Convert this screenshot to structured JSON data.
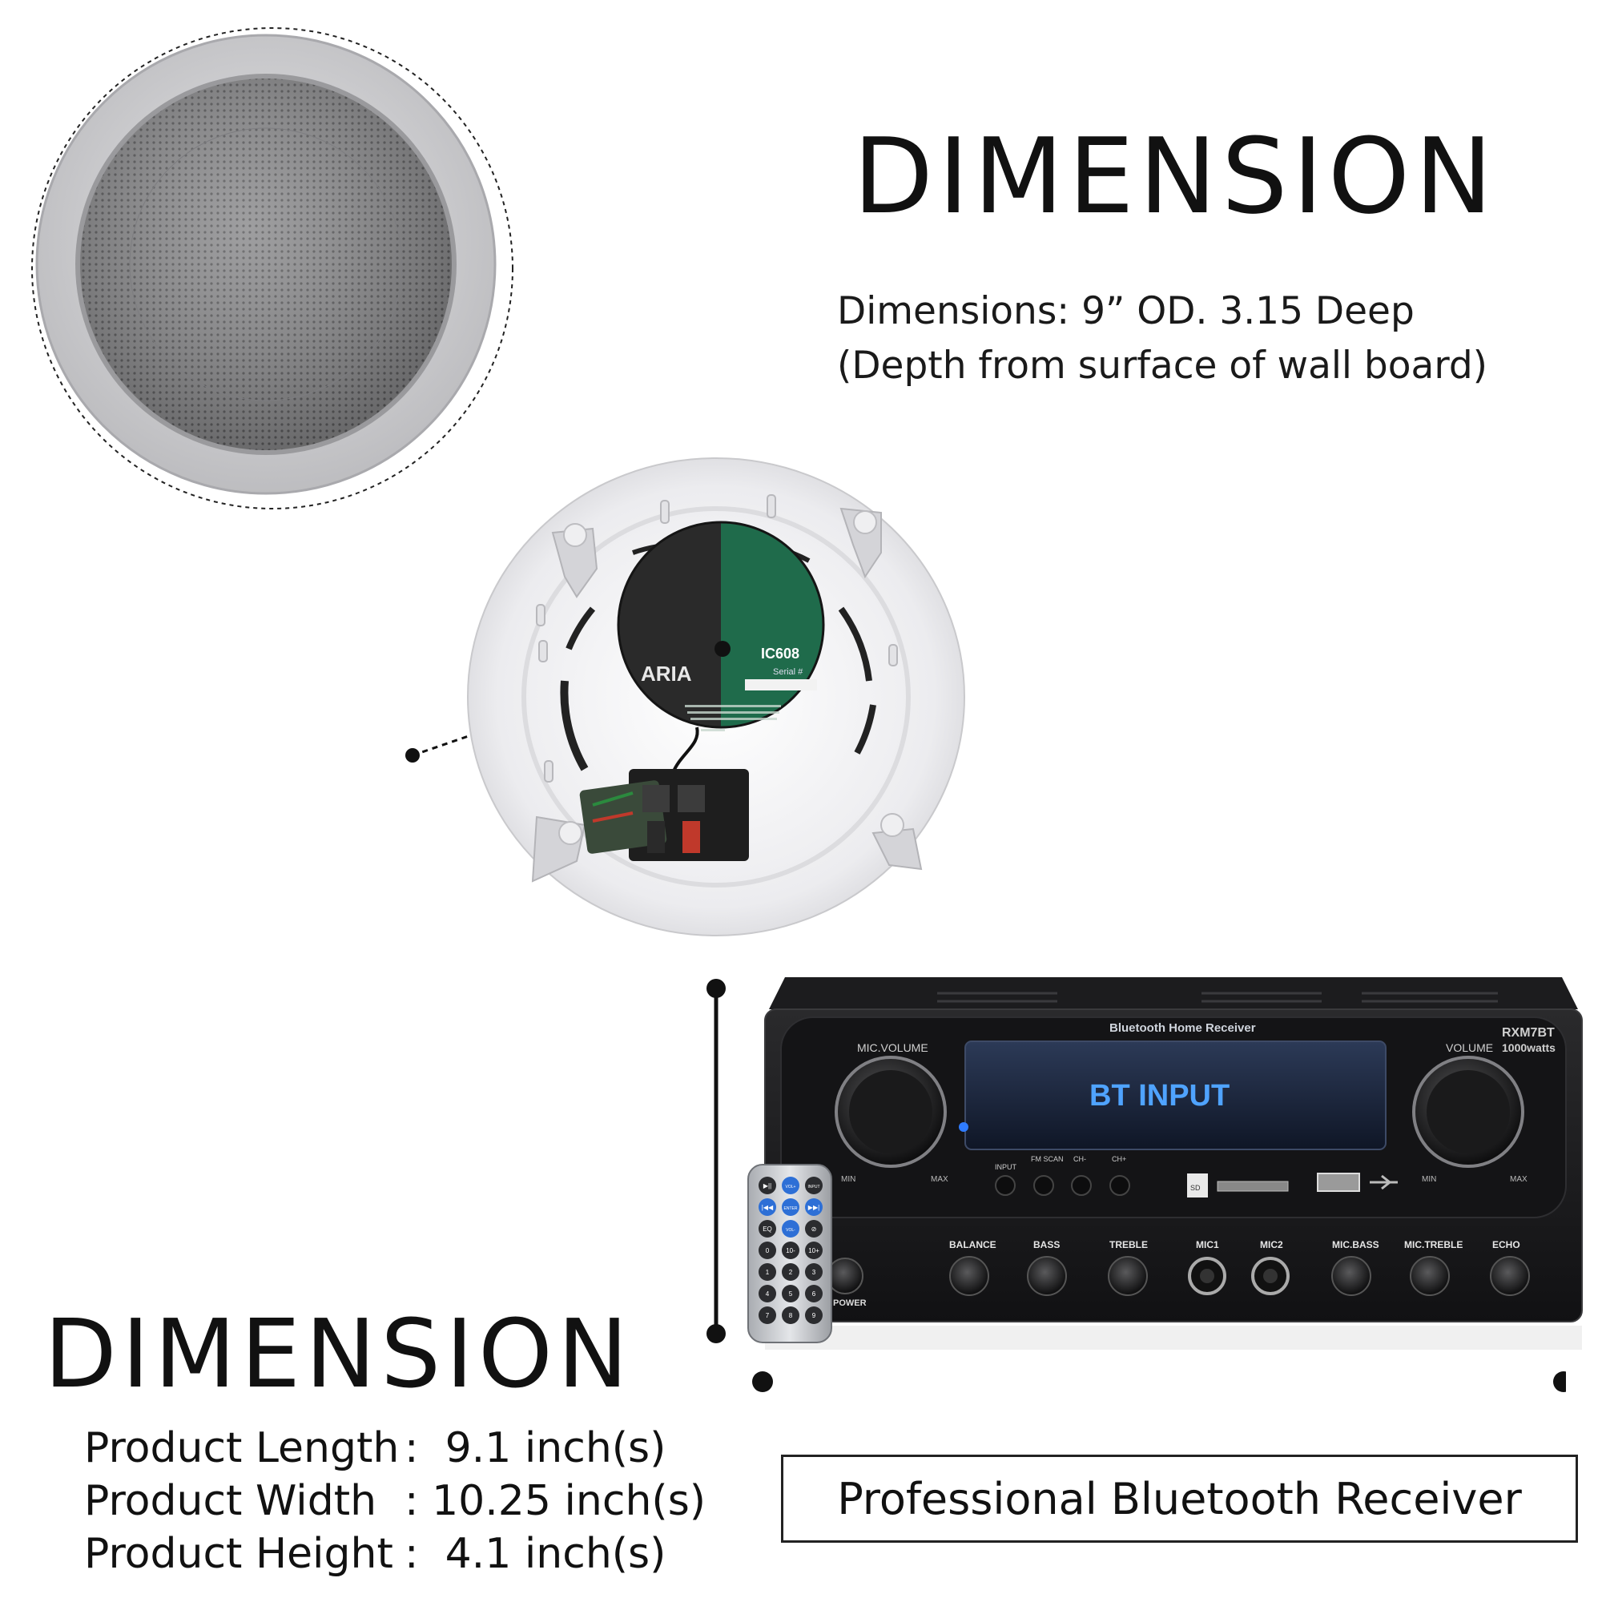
{
  "top_section": {
    "heading": "DIMENSION",
    "description_line1": "Dimensions: 9” OD. 3.15 Deep",
    "description_line2": "(Depth from surface of wall board)"
  },
  "speaker_label": {
    "brand": "ARIA",
    "model": "IC608",
    "serial_label": "Serial #"
  },
  "receiver": {
    "header": "Bluetooth Home Receiver",
    "model": "RXM7BT",
    "power": "1000watts",
    "display_text": "BT INPUT",
    "mic_volume_label": "MIC.VOLUME",
    "volume_label": "VOLUME",
    "min": "MIN",
    "max": "MAX",
    "buttons": [
      "INPUT",
      "FM SCAN",
      "CH-",
      "CH+"
    ],
    "sd_label": "SD",
    "knob_labels": [
      "BALANCE",
      "BASS",
      "TREBLE",
      "MIC1",
      "MIC2",
      "MIC.BASS",
      "MIC.TREBLE",
      "ECHO"
    ],
    "power_label": "POWER"
  },
  "remote": {
    "keys": [
      "▶||",
      "VOL+",
      "INPUT",
      "|◀◀",
      "ENTER",
      "▶▶|",
      "EQ",
      "VOL-",
      "⊘",
      "0",
      "10-",
      "10+",
      "1",
      "2",
      "3",
      "4",
      "5",
      "6",
      "7",
      "8",
      "9"
    ]
  },
  "bottom_section": {
    "heading": "DIMENSION",
    "specs": [
      {
        "label": "Product Length",
        "sep": ":",
        "value": "9.1 inch(s)"
      },
      {
        "label": "Product Width",
        "sep": ":",
        "value": "10.25 inch(s)"
      },
      {
        "label": "Product Height",
        "sep": ":",
        "value": "4.1 inch(s)"
      }
    ]
  },
  "caption": "Professional Bluetooth Receiver"
}
